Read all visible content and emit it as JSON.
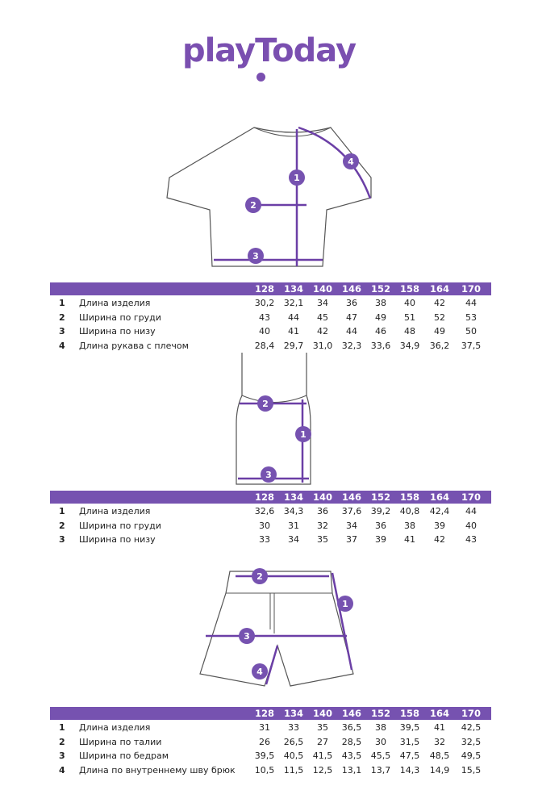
{
  "brand": {
    "logo": "playToday",
    "accent": "#7652b0"
  },
  "sizes": [
    "128",
    "134",
    "140",
    "146",
    "152",
    "158",
    "164",
    "170"
  ],
  "tables": [
    {
      "name": "tshirt",
      "markers": [
        "1",
        "2",
        "3",
        "4"
      ],
      "rows": [
        {
          "num": "1",
          "label": "Длина изделия",
          "values": [
            "30,2",
            "32,1",
            "34",
            "36",
            "38",
            "40",
            "42",
            "44"
          ]
        },
        {
          "num": "2",
          "label": "Ширина по груди",
          "values": [
            "43",
            "44",
            "45",
            "47",
            "49",
            "51",
            "52",
            "53"
          ]
        },
        {
          "num": "3",
          "label": "Ширина по низу",
          "values": [
            "40",
            "41",
            "42",
            "44",
            "46",
            "48",
            "49",
            "50"
          ]
        },
        {
          "num": "4",
          "label": "Длина рукава с плечом",
          "values": [
            "28,4",
            "29,7",
            "31,0",
            "32,3",
            "33,6",
            "34,9",
            "36,2",
            "37,5"
          ]
        }
      ]
    },
    {
      "name": "tank-top",
      "markers": [
        "1",
        "2",
        "3"
      ],
      "rows": [
        {
          "num": "1",
          "label": "Длина изделия",
          "values": [
            "32,6",
            "34,3",
            "36",
            "37,6",
            "39,2",
            "40,8",
            "42,4",
            "44"
          ]
        },
        {
          "num": "2",
          "label": "Ширина по груди",
          "values": [
            "30",
            "31",
            "32",
            "34",
            "36",
            "38",
            "39",
            "40"
          ]
        },
        {
          "num": "3",
          "label": "Ширина по низу",
          "values": [
            "33",
            "34",
            "35",
            "37",
            "39",
            "41",
            "42",
            "43"
          ]
        }
      ]
    },
    {
      "name": "shorts",
      "markers": [
        "1",
        "2",
        "3",
        "4"
      ],
      "rows": [
        {
          "num": "1",
          "label": "Длина изделия",
          "values": [
            "31",
            "33",
            "35",
            "36,5",
            "38",
            "39,5",
            "41",
            "42,5"
          ]
        },
        {
          "num": "2",
          "label": "Ширина по талии",
          "values": [
            "26",
            "26,5",
            "27",
            "28,5",
            "30",
            "31,5",
            "32",
            "32,5"
          ]
        },
        {
          "num": "3",
          "label": "Ширина по бедрам",
          "values": [
            "39,5",
            "40,5",
            "41,5",
            "43,5",
            "45,5",
            "47,5",
            "48,5",
            "49,5"
          ]
        },
        {
          "num": "4",
          "label": "Длина по внутреннему шву брюк",
          "values": [
            "10,5",
            "11,5",
            "12,5",
            "13,1",
            "13,7",
            "14,3",
            "14,9",
            "15,5"
          ]
        }
      ]
    }
  ]
}
